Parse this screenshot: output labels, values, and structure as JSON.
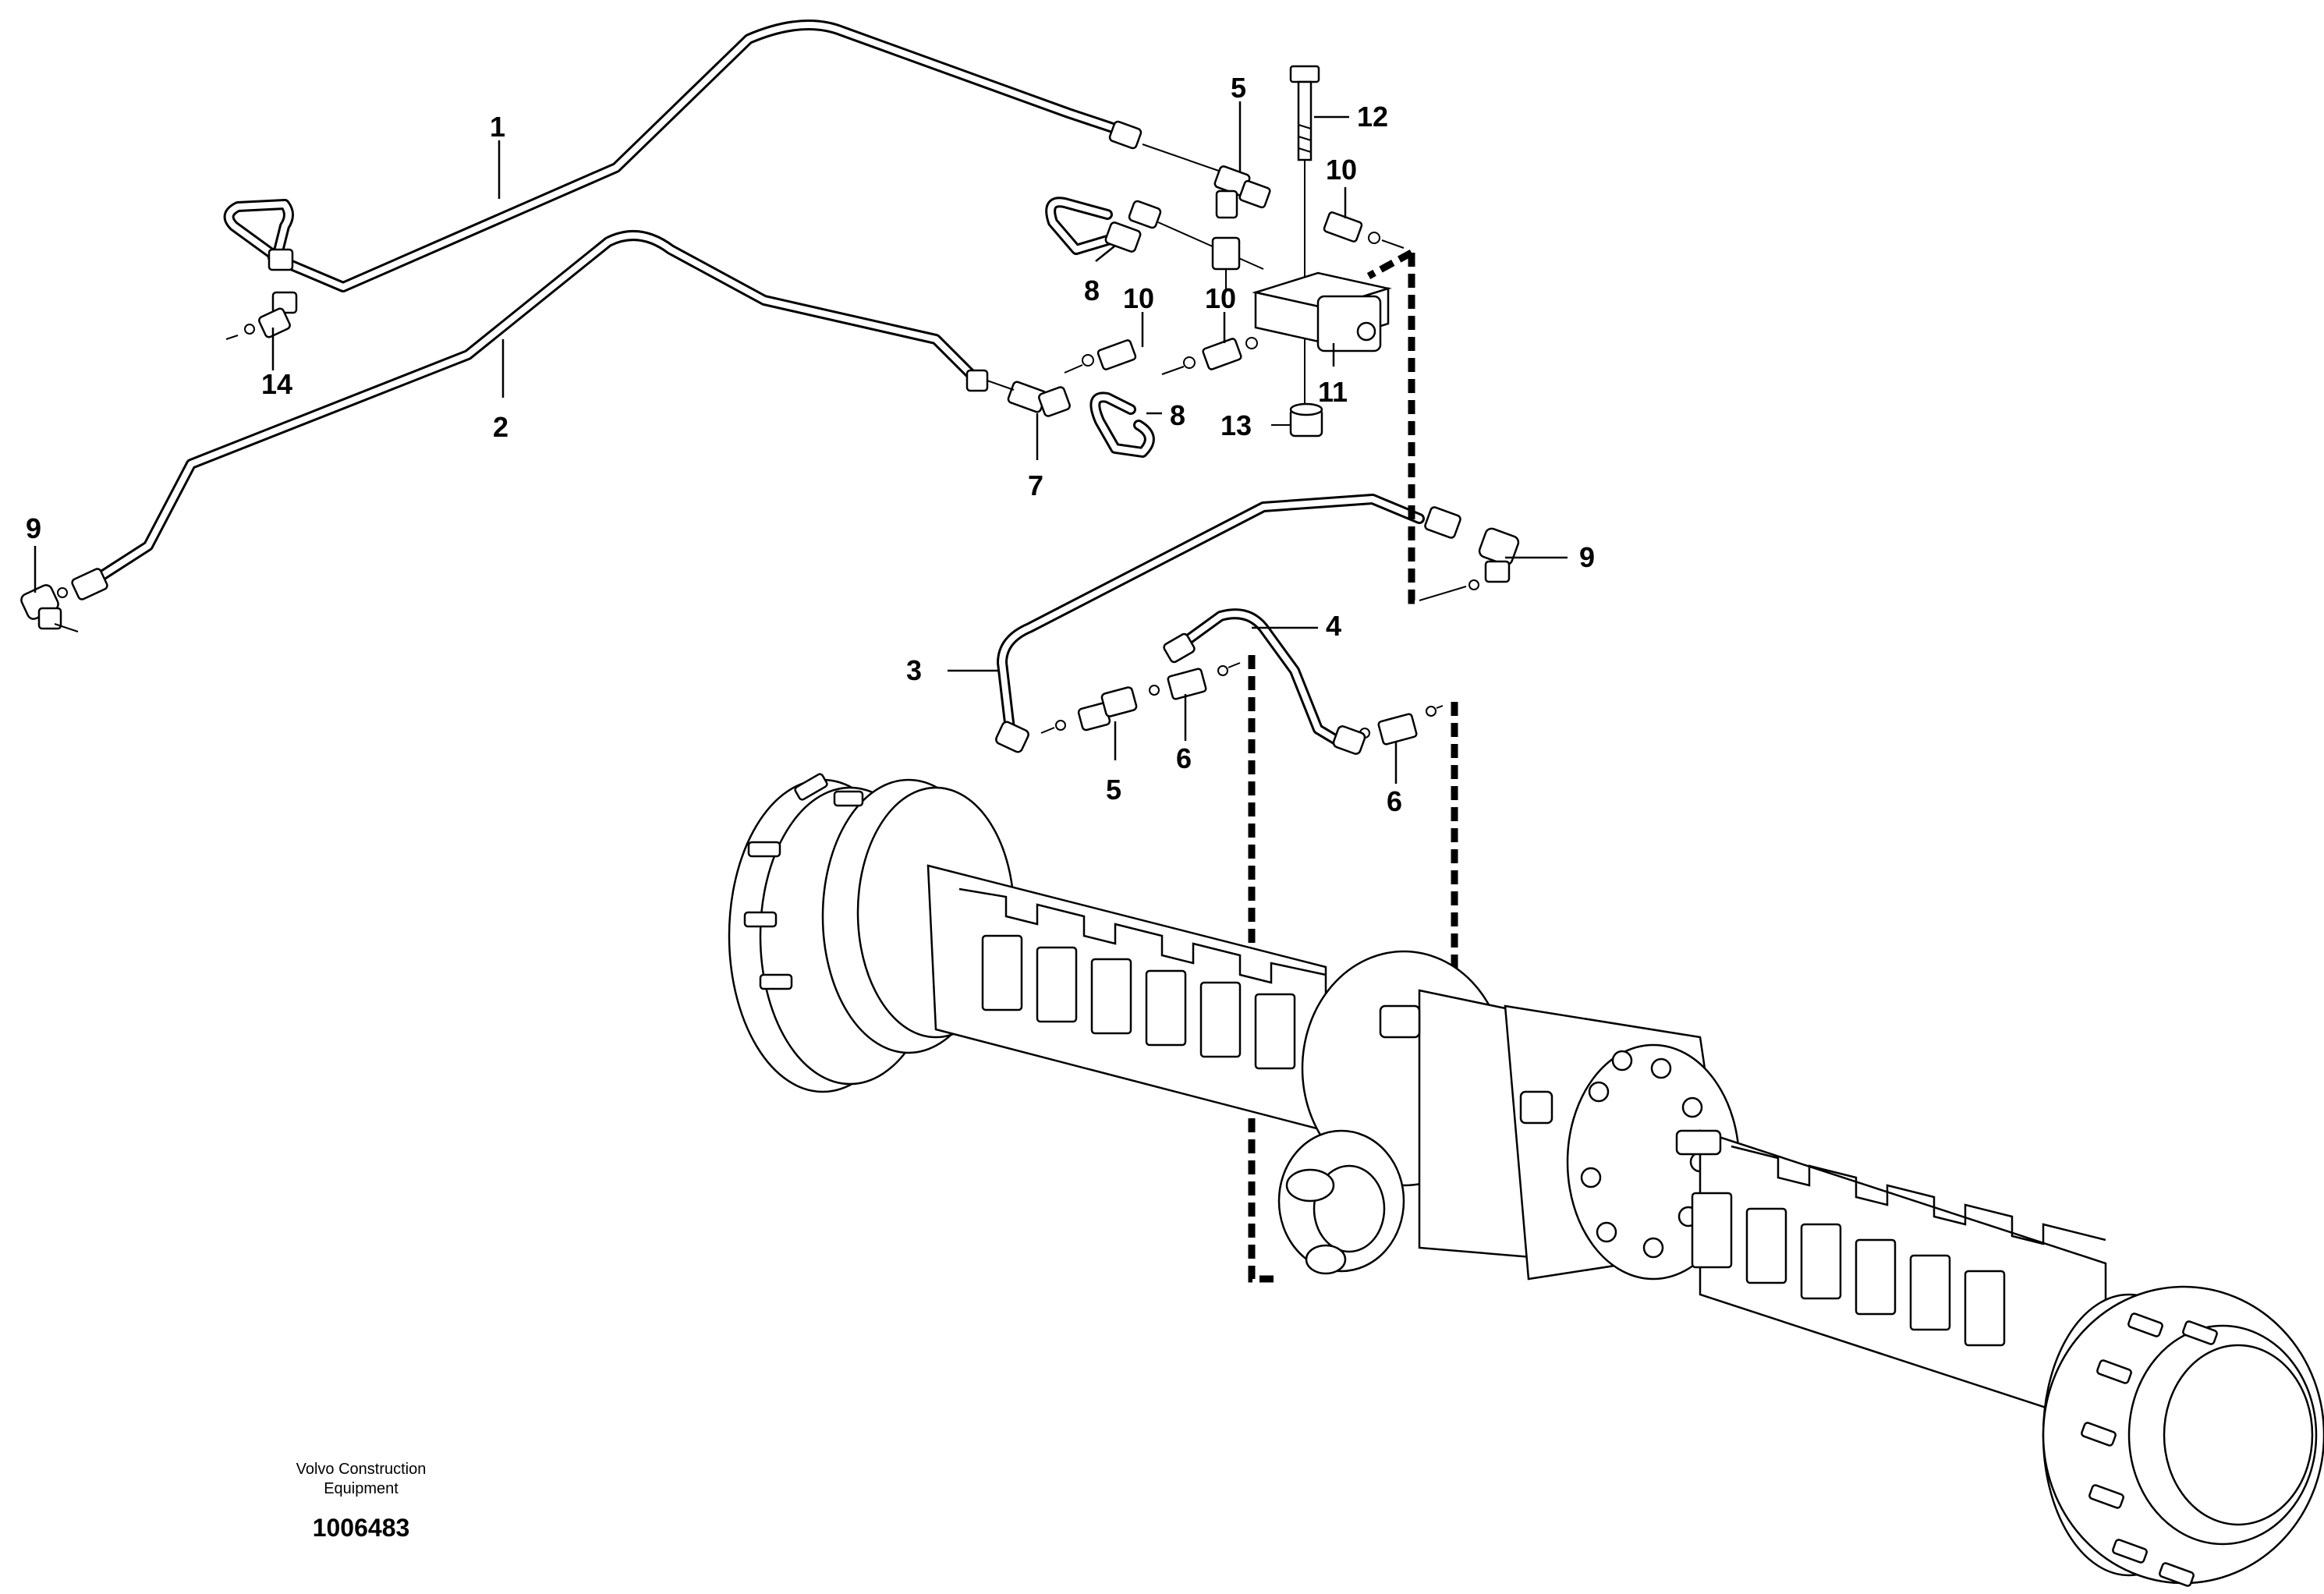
{
  "footer": {
    "brand_line1": "Volvo Construction",
    "brand_line2": "Equipment",
    "drawing_number": "1006483"
  },
  "callouts": {
    "c1": "1",
    "c2": "2",
    "c3": "3",
    "c4": "4",
    "c5a": "5",
    "c5b": "5",
    "c6a": "6",
    "c6b": "6",
    "c7": "7",
    "c8a": "8",
    "c8b": "8",
    "c9a": "9",
    "c9b": "9",
    "c10a": "10",
    "c10b": "10",
    "c10c": "10",
    "c11": "11",
    "c12": "12",
    "c13": "13",
    "c14": "14"
  }
}
